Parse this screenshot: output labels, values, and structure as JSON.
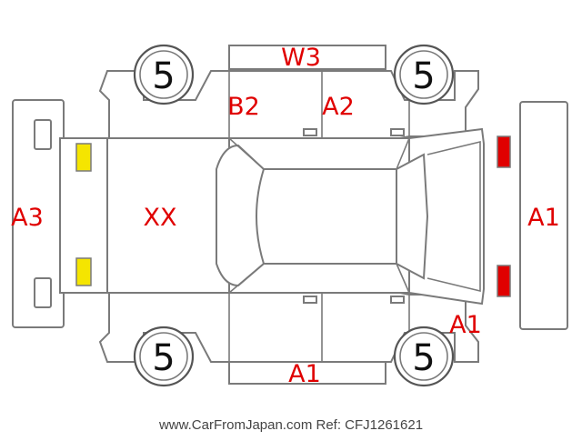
{
  "codes": {
    "roof_top": "W3",
    "door_rear_left": "B2",
    "door_front_left": "A2",
    "rear_bumper": "A3",
    "trunk": "XX",
    "front_bumper": "A1",
    "front_fender_right": "A1",
    "sill_right": "A1"
  },
  "tires": {
    "front_left": "5",
    "rear_left": "5",
    "front_right": "5",
    "rear_right": "5"
  },
  "colors": {
    "damage_code": "#e00000",
    "outline": "#7a7a7a",
    "rear_lamp": "#f5e500",
    "front_lamp": "#e00000"
  },
  "footer": "www.CarFromJapan.com Ref: CFJ1261621"
}
